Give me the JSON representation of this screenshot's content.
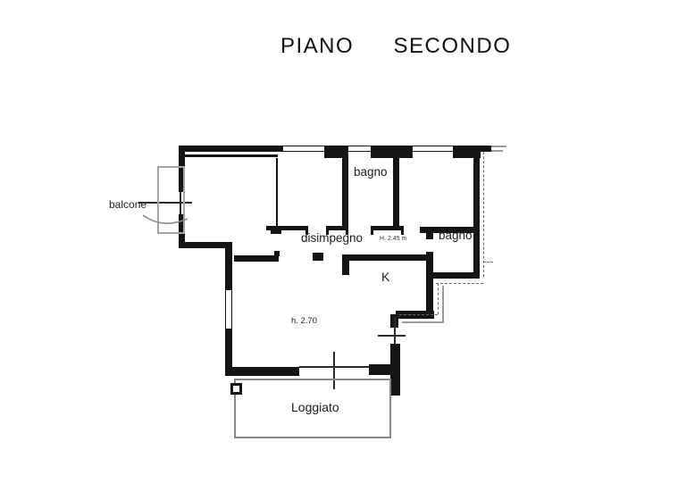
{
  "title": "PIANO  SECONDO",
  "plan": {
    "rooms": [
      {
        "id": "balcone",
        "label": "balcone"
      },
      {
        "id": "bagno-top",
        "label": "bagno"
      },
      {
        "id": "disimpegno",
        "label": "disimpegno"
      },
      {
        "id": "bagno-right",
        "label": "bagno"
      },
      {
        "id": "kitchen",
        "label": "K"
      },
      {
        "id": "loggiato",
        "label": "Loggiato"
      }
    ],
    "annotations": [
      {
        "id": "ceiling-height-corridor",
        "text": "H. 2.45 m"
      },
      {
        "id": "ceiling-height-main",
        "text": "h. 2.70"
      }
    ],
    "colors": {
      "wall": "#151515",
      "outdoor_structure": "#8d8d8d",
      "boundary_dashed": "#666666",
      "background": "#ffffff"
    }
  }
}
